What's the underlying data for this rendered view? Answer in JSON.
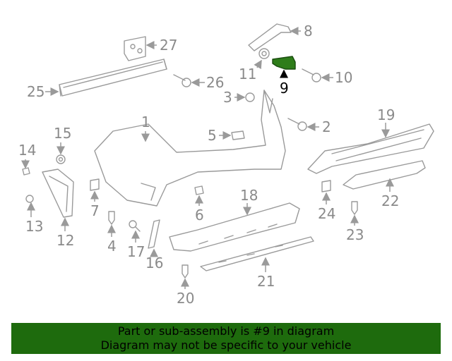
{
  "diagram": {
    "highlight_color": "#2e7d1a",
    "callouts": [
      {
        "id": "1",
        "highlighted": false
      },
      {
        "id": "2",
        "highlighted": false
      },
      {
        "id": "3",
        "highlighted": false
      },
      {
        "id": "4",
        "highlighted": false
      },
      {
        "id": "5",
        "highlighted": false
      },
      {
        "id": "6",
        "highlighted": false
      },
      {
        "id": "7",
        "highlighted": false
      },
      {
        "id": "8",
        "highlighted": false
      },
      {
        "id": "9",
        "highlighted": true
      },
      {
        "id": "10",
        "highlighted": false
      },
      {
        "id": "11",
        "highlighted": false
      },
      {
        "id": "12",
        "highlighted": false
      },
      {
        "id": "13",
        "highlighted": false
      },
      {
        "id": "14",
        "highlighted": false
      },
      {
        "id": "15",
        "highlighted": false
      },
      {
        "id": "16",
        "highlighted": false
      },
      {
        "id": "17",
        "highlighted": false
      },
      {
        "id": "18",
        "highlighted": false
      },
      {
        "id": "19",
        "highlighted": false
      },
      {
        "id": "20",
        "highlighted": false
      },
      {
        "id": "21",
        "highlighted": false
      },
      {
        "id": "22",
        "highlighted": false
      },
      {
        "id": "23",
        "highlighted": false
      },
      {
        "id": "24",
        "highlighted": false
      },
      {
        "id": "25",
        "highlighted": false
      },
      {
        "id": "26",
        "highlighted": false
      },
      {
        "id": "27",
        "highlighted": false
      }
    ]
  },
  "banner": {
    "line1": "Part or sub-assembly is #9 in diagram",
    "line2": "Diagram may not be specific to your vehicle",
    "background": "#1e6b0d"
  }
}
